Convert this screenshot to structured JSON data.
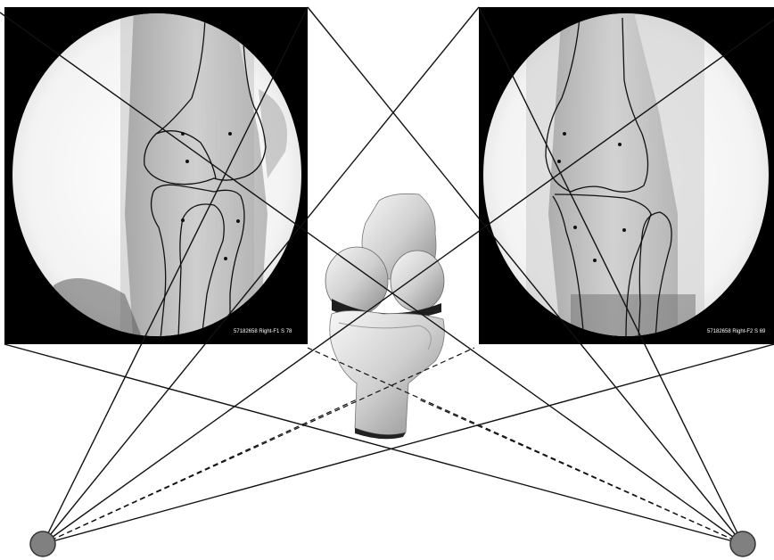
{
  "panels": [
    {
      "id": "left",
      "label": "57182658 Right-F1 S 78"
    },
    {
      "id": "right",
      "label": "57182658 Right-F2 S 69"
    }
  ],
  "sources": [
    {
      "id": "left-source",
      "color": "#808080"
    },
    {
      "id": "right-source",
      "color": "#808080"
    }
  ],
  "colors": {
    "frame": "#000000",
    "xray_background": "#f5f5f5",
    "ray": "#111111",
    "source": "#808080"
  }
}
